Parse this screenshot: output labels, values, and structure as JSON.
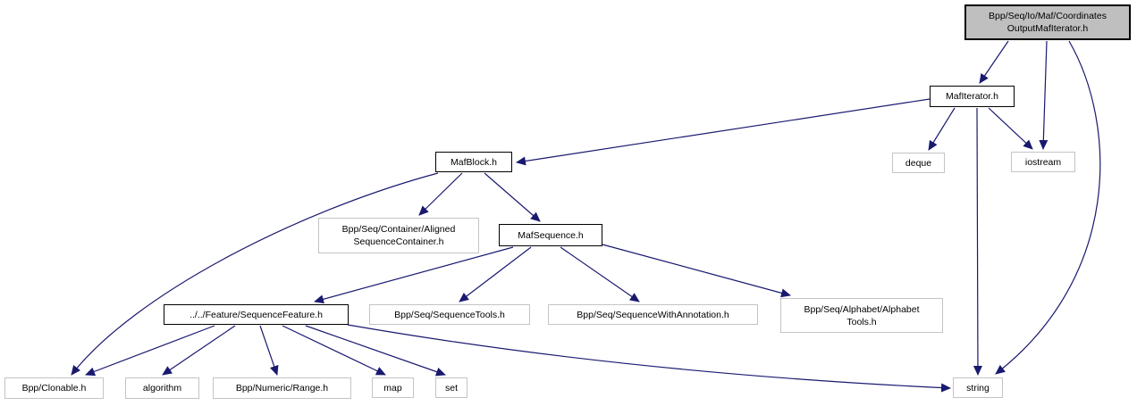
{
  "diagram": {
    "kind": "include-dependency-graph",
    "edge_color": "#191970",
    "root_fill": "#bfbfbf",
    "nodes": {
      "coordinates_output_maf_iterator": {
        "label": "Bpp/Seq/Io/Maf/Coordinates\nOutputMafIterator.h",
        "type": "current-file"
      },
      "maf_iterator": {
        "label": "MafIterator.h",
        "type": "documented"
      },
      "deque": {
        "label": "deque",
        "type": "external"
      },
      "iostream": {
        "label": "iostream",
        "type": "external"
      },
      "maf_block": {
        "label": "MafBlock.h",
        "type": "documented"
      },
      "aligned_sequence_container": {
        "label": "Bpp/Seq/Container/Aligned\nSequenceContainer.h",
        "type": "external"
      },
      "maf_sequence": {
        "label": "MafSequence.h",
        "type": "documented"
      },
      "sequence_feature": {
        "label": "../../Feature/SequenceFeature.h",
        "type": "documented"
      },
      "sequence_tools": {
        "label": "Bpp/Seq/SequenceTools.h",
        "type": "external"
      },
      "sequence_with_annotation": {
        "label": "Bpp/Seq/SequenceWithAnnotation.h",
        "type": "external"
      },
      "alphabet_tools": {
        "label": "Bpp/Seq/Alphabet/Alphabet\nTools.h",
        "type": "external"
      },
      "clonable": {
        "label": "Bpp/Clonable.h",
        "type": "external"
      },
      "algorithm": {
        "label": "algorithm",
        "type": "external"
      },
      "range": {
        "label": "Bpp/Numeric/Range.h",
        "type": "external"
      },
      "map": {
        "label": "map",
        "type": "external"
      },
      "set": {
        "label": "set",
        "type": "external"
      },
      "string": {
        "label": "string",
        "type": "external"
      }
    },
    "edges": [
      {
        "from": "coordinates_output_maf_iterator",
        "to": "maf_iterator"
      },
      {
        "from": "coordinates_output_maf_iterator",
        "to": "iostream"
      },
      {
        "from": "coordinates_output_maf_iterator",
        "to": "string"
      },
      {
        "from": "maf_iterator",
        "to": "maf_block"
      },
      {
        "from": "maf_iterator",
        "to": "deque"
      },
      {
        "from": "maf_iterator",
        "to": "iostream"
      },
      {
        "from": "maf_iterator",
        "to": "string"
      },
      {
        "from": "maf_block",
        "to": "aligned_sequence_container"
      },
      {
        "from": "maf_block",
        "to": "maf_sequence"
      },
      {
        "from": "maf_block",
        "to": "clonable"
      },
      {
        "from": "maf_sequence",
        "to": "sequence_feature"
      },
      {
        "from": "maf_sequence",
        "to": "sequence_tools"
      },
      {
        "from": "maf_sequence",
        "to": "sequence_with_annotation"
      },
      {
        "from": "maf_sequence",
        "to": "alphabet_tools"
      },
      {
        "from": "sequence_feature",
        "to": "clonable"
      },
      {
        "from": "sequence_feature",
        "to": "algorithm"
      },
      {
        "from": "sequence_feature",
        "to": "range"
      },
      {
        "from": "sequence_feature",
        "to": "map"
      },
      {
        "from": "sequence_feature",
        "to": "set"
      },
      {
        "from": "sequence_feature",
        "to": "string"
      }
    ]
  }
}
